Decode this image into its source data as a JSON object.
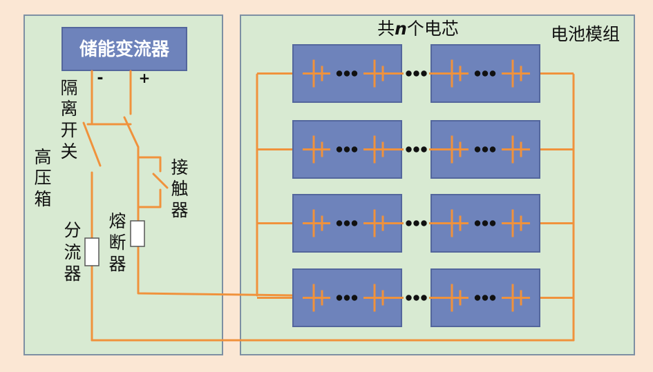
{
  "converter": {
    "label": "储能变流器",
    "minus": "-",
    "plus": "+"
  },
  "hv_box": {
    "label": [
      "高",
      "压",
      "箱"
    ],
    "isolating_switch": [
      "隔",
      "离",
      "开",
      "关"
    ],
    "contactor": [
      "接",
      "触",
      "器"
    ],
    "fuse": [
      "熔",
      "断",
      "器"
    ],
    "shunt": [
      "分",
      "流",
      "器"
    ]
  },
  "battery_module": {
    "label": "电池模组",
    "cells_note_prefix": "共",
    "cells_note_var": "n",
    "cells_note_suffix": "个电芯",
    "string_count": 4,
    "modules_per_string": 2
  },
  "colors": {
    "background": "#fbe7d4",
    "panel_fill": "#d8ead2",
    "panel_stroke": "#7d8fa3",
    "wire": "#f0923c",
    "module_fill": "#6e83bb",
    "module_stroke": "#53669c",
    "converter_fill": "#6e83bb",
    "dots": "#111111"
  }
}
